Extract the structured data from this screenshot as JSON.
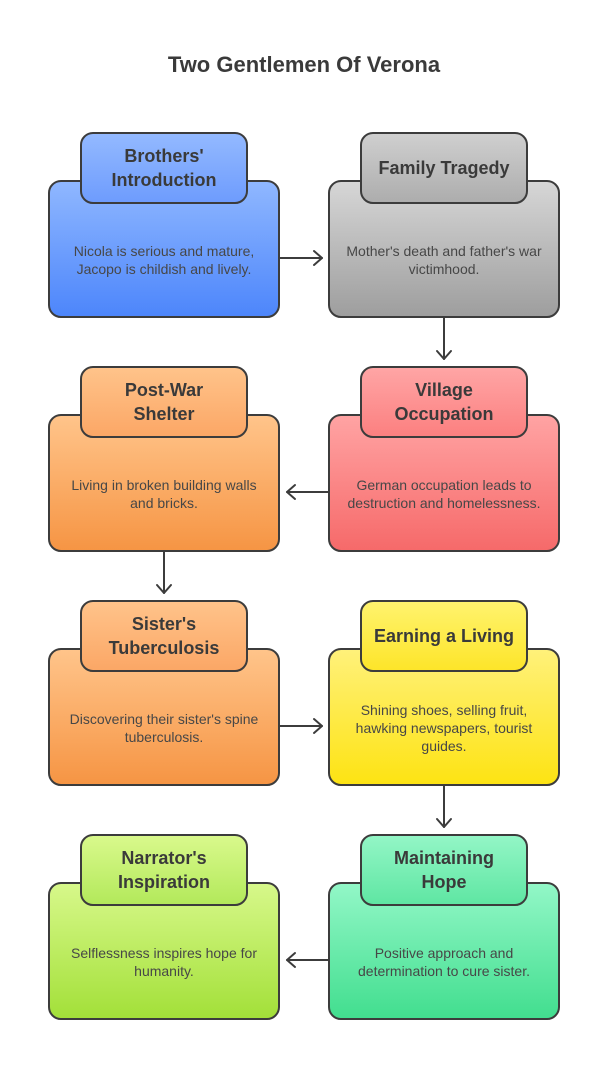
{
  "title": "Two Gentlemen Of Verona",
  "steps": [
    {
      "heading": "Brothers' Introduction",
      "text": "Nicola is serious and mature, Jacopo is childish and lively."
    },
    {
      "heading": "Family Tragedy",
      "text": "Mother's death and father's war victimhood."
    },
    {
      "heading": "Village Occupation",
      "text": "German occupation leads to destruction and homelessness."
    },
    {
      "heading": "Post-War Shelter",
      "text": "Living in broken building walls and bricks."
    },
    {
      "heading": "Sister's Tuberculosis",
      "text": "Discovering their sister's spine tuberculosis."
    },
    {
      "heading": "Earning a Living",
      "text": "Shining shoes, selling fruit, hawking newspapers, tourist guides."
    },
    {
      "heading": "Maintaining Hope",
      "text": "Positive approach and determination to cure sister."
    },
    {
      "heading": "Narrator's Inspiration",
      "text": "Selflessness inspires hope for humanity."
    }
  ],
  "colors": {
    "brothers": "#4d86fb",
    "family": "#9e9e9e",
    "village": "#f66a6a",
    "shelter": "#f69544",
    "sister": "#f69544",
    "earning": "#fde313",
    "hope": "#42de8f",
    "narrator": "#a3e039"
  }
}
